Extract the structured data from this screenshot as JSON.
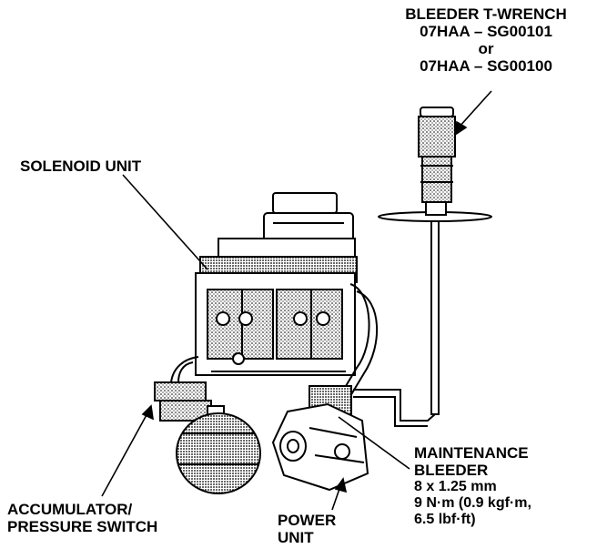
{
  "labels": {
    "tool": {
      "line1": "BLEEDER T-WRENCH",
      "line2": "07HAA – SG00101",
      "line3": "or",
      "line4": "07HAA – SG00100"
    },
    "solenoid_unit": "SOLENOID UNIT",
    "maintenance_bleeder": {
      "line1": "MAINTENANCE",
      "line2": "BLEEDER",
      "line3": "8 x 1.25 mm",
      "line4": "9 N·m (0.9 kgf·m,",
      "line5": "6.5 lbf·ft)"
    },
    "accumulator": {
      "line1": "ACCUMULATOR/",
      "line2": "PRESSURE SWITCH"
    },
    "power_unit": {
      "line1": "POWER",
      "line2": "UNIT"
    }
  }
}
